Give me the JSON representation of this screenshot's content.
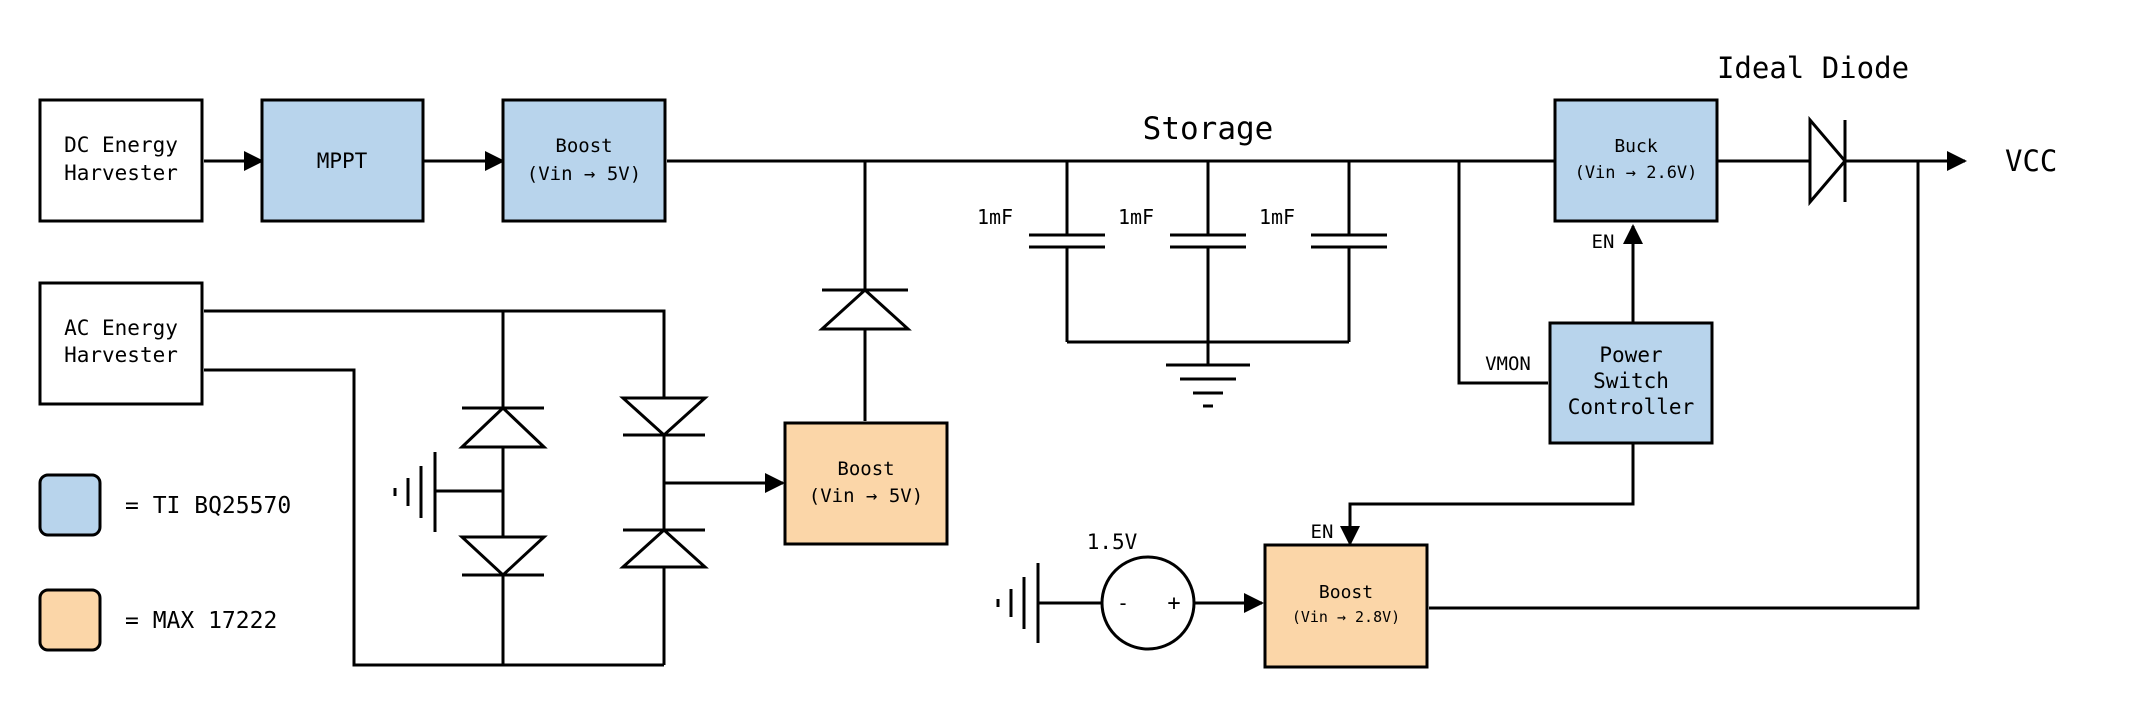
{
  "colors": {
    "ti_block": "#b8d4ec",
    "max_block": "#fbd6a8",
    "plain_block": "#ffffff",
    "line": "#000000"
  },
  "blocks": {
    "dc_harvester": [
      "DC Energy",
      "Harvester"
    ],
    "mppt": [
      "MPPT"
    ],
    "boost_top": [
      "Boost",
      "(Vin → 5V)"
    ],
    "ac_harvester": [
      "AC Energy",
      "Harvester"
    ],
    "boost_ac": [
      "Boost",
      "(Vin → 5V)"
    ],
    "buck": [
      "Buck",
      "(Vin → 2.6V)"
    ],
    "power_switch": [
      "Power",
      "Switch",
      "Controller"
    ],
    "boost_battery": [
      "Boost",
      "(Vin → 2.8V)"
    ]
  },
  "labels": {
    "storage": "Storage",
    "ideal_diode": "Ideal Diode",
    "vcc": "VCC",
    "cap1": "1mF",
    "cap2": "1mF",
    "cap3": "1mF",
    "en_buck": "EN",
    "en_boost": "EN",
    "vmon": "VMON",
    "battery_voltage": "1.5V",
    "source_minus": "-",
    "source_plus": "+"
  },
  "legend": [
    {
      "color_key": "ti_block",
      "text": "= TI BQ25570"
    },
    {
      "color_key": "max_block",
      "text": "= MAX 17222"
    }
  ]
}
